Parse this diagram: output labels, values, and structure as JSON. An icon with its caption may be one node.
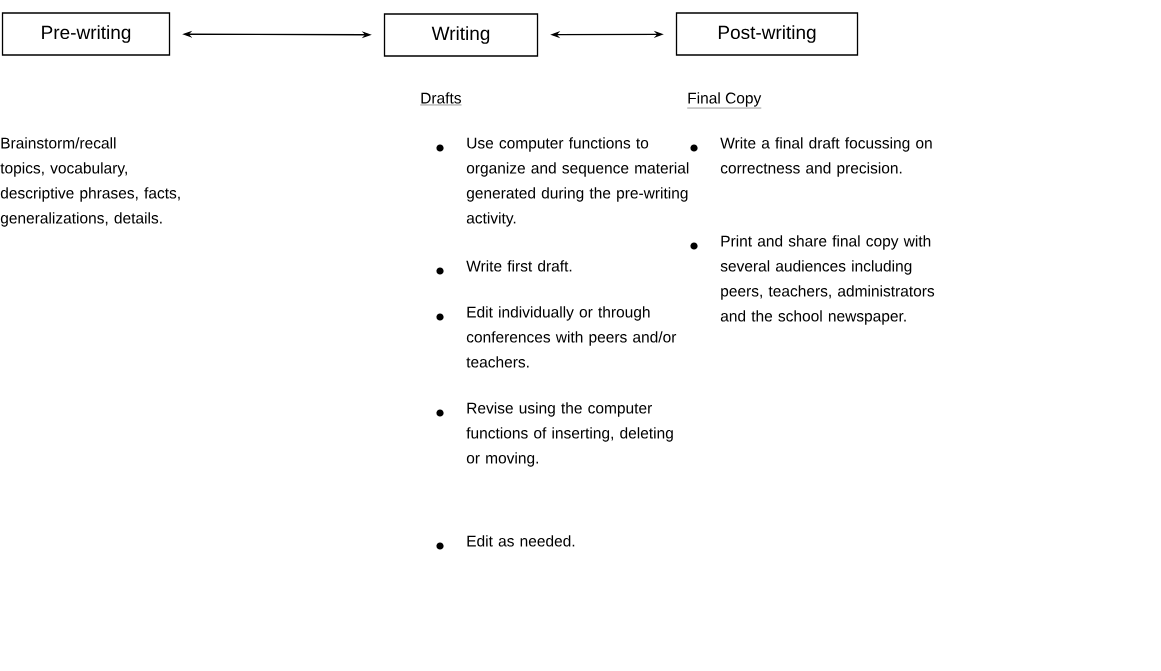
{
  "diagram": {
    "nodes": [
      {
        "text": [
          "Pre-writing"
        ]
      },
      {
        "text": [
          "Writing"
        ]
      },
      {
        "text": [
          "Post-writing"
        ]
      }
    ],
    "edges": [
      {
        "from": 0,
        "to": 1,
        "arrow": "both"
      },
      {
        "from": 1,
        "to": 2,
        "arrow": "both"
      }
    ],
    "labels": [
      "Drafts",
      "Final Copy",
      "Brainstorm/recall topics, vocabulary, descriptive phrases, facts, generalizations, details.",
      "Use computer functions to organize and sequence material generated during the pre-writing activity.",
      "Write first draft.",
      "Edit individually or through conferences with peers and/or teachers.",
      "Revise using the computer functions of inserting, deleting or moving.",
      "Edit as needed.",
      "Write a final draft focussing on correctness and precision.",
      "Print and share final copy with several audiences including peers, teachers, administrators and the school newspaper."
    ]
  }
}
